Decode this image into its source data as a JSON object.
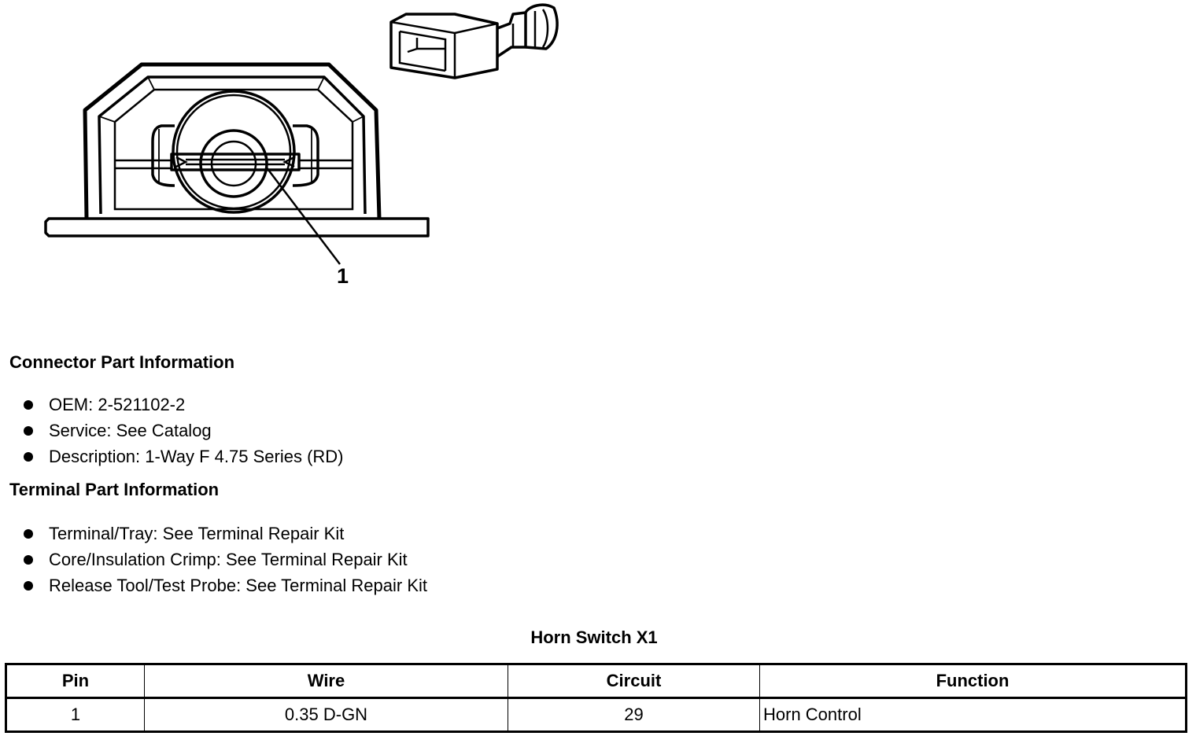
{
  "diagram": {
    "callout_number": "1"
  },
  "connector_info": {
    "heading": "Connector Part Information",
    "items": [
      "OEM: 2-521102-2",
      "Service: See Catalog",
      "Description: 1-Way F 4.75 Series (RD)"
    ]
  },
  "terminal_info": {
    "heading": "Terminal Part Information",
    "items": [
      "Terminal/Tray: See Terminal Repair Kit",
      "Core/Insulation Crimp: See Terminal Repair Kit",
      "Release Tool/Test Probe: See Terminal Repair Kit"
    ]
  },
  "pin_table": {
    "title": "Horn Switch X1",
    "headers": [
      "Pin",
      "Wire",
      "Circuit",
      "Function"
    ],
    "rows": [
      [
        "1",
        "0.35 D-GN",
        "29",
        "Horn Control"
      ]
    ]
  }
}
